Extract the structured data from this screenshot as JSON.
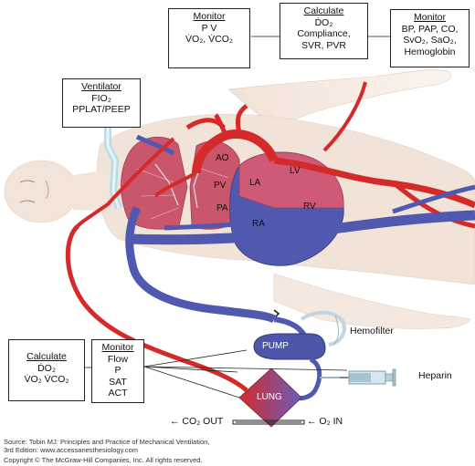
{
  "boxes": {
    "monitor_top": {
      "title": "Monitor",
      "lines": [
        "P V",
        "V̇O₂, V̇CO₂"
      ]
    },
    "calculate_top": {
      "title": "Calculate",
      "lines": [
        "ḊO₂",
        "Compliance,",
        "SVR, PVR"
      ]
    },
    "monitor_right": {
      "title": "Monitor",
      "lines": [
        "BP, PAP, CO,",
        "SvO₂, SaO₂,",
        "Hemoglobin"
      ]
    },
    "ventilator": {
      "title": "Ventilator",
      "lines": [
        "FIO₂",
        "PPLAT/PEEP"
      ]
    },
    "calculate_bottom": {
      "title": "Calculate",
      "lines": [
        "ḊO₂",
        "V̇O₂ V̇CO₂"
      ]
    },
    "monitor_bottom": {
      "title": "Monitor",
      "lines": [
        "Flow",
        "P",
        "SAT",
        "ACT"
      ]
    }
  },
  "organs": {
    "ao": "AO",
    "lv": "LV",
    "la": "LA",
    "pv": "PV",
    "pa": "PA",
    "rv": "RV",
    "ra": "RA"
  },
  "circuit": {
    "pump": "PUMP",
    "lung": "LUNG",
    "hemofilter": "Hemofilter",
    "heparin": "Heparin",
    "co2_out": "← CO₂ OUT",
    "o2_in": "← O₂ IN"
  },
  "source": {
    "line1": "Source: Tobin MJ: Principles and Practice of Mechanical Ventilation,",
    "line2": "3rd Edition: www.accessanesthesiology.com",
    "line3": "Copyright © The McGraw-Hill Companies, Inc. All rights reserved."
  },
  "colors": {
    "artery": "#d42a2a",
    "vein": "#5058b0",
    "skin": "#f2e3d8",
    "lung": "#c8505f"
  }
}
